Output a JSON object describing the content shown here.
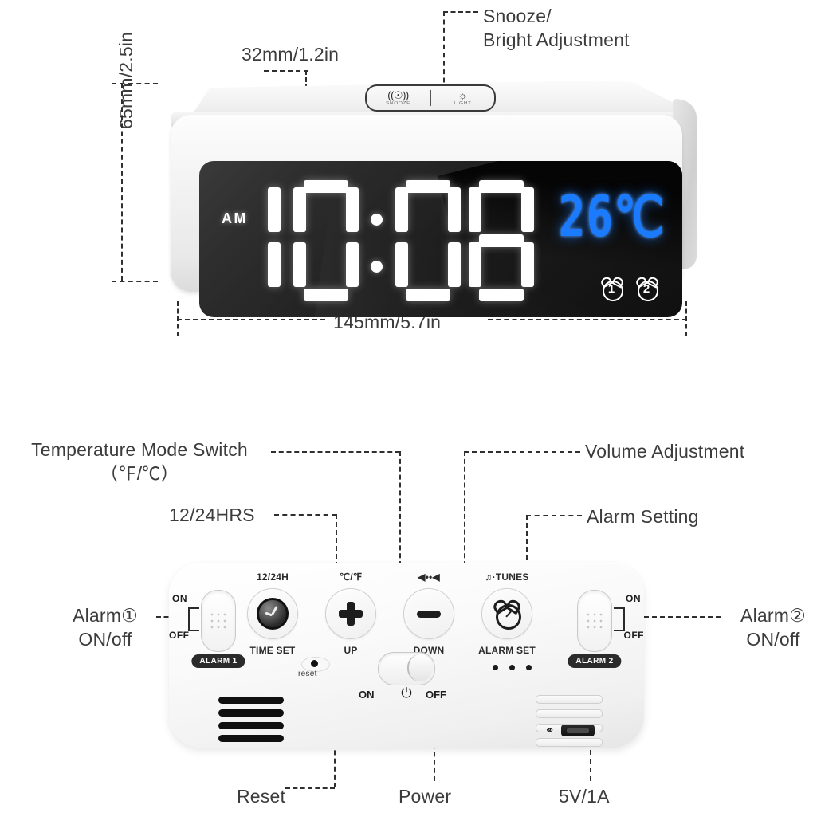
{
  "product": {
    "name": "LED Digital Alarm Clock",
    "dimensions": {
      "depth": "32mm/1.2in",
      "height": "65mm/2.5in",
      "width": "145mm/5.7in"
    },
    "display": {
      "ampm": "AM",
      "time": "10:08",
      "hour": "10",
      "minute": "08",
      "temperature": "26℃",
      "temperature_value": "26",
      "temperature_unit": "℃",
      "alarm1_indicator": "1",
      "alarm2_indicator": "2"
    },
    "top_button": {
      "snooze_label": "SNOOZE",
      "light_label": "LIGHT",
      "snooze_icon": "bell-icon",
      "light_icon": "sun-icon"
    }
  },
  "callouts": {
    "snooze_bright": "Snooze/\nBright Adjustment",
    "depth": "32mm/1.2in",
    "height": "65mm/2.5in",
    "width": "145mm/5.7in",
    "temperature_mode": "Temperature Mode Switch\n（℉/℃）",
    "hours_mode": "12/24HRS",
    "volume": "Volume Adjustment",
    "alarm_setting": "Alarm Setting",
    "alarm1": "Alarm①\nON/off",
    "alarm2": "Alarm②\nON/off",
    "reset": "Reset",
    "power": "Power",
    "usb": "5V/1A"
  },
  "back_panel": {
    "buttons": [
      {
        "top": "12/24H",
        "bottom": "TIME SET",
        "icon": "clock-icon"
      },
      {
        "top": "℃/℉",
        "bottom": "UP",
        "icon": "plus-icon"
      },
      {
        "top": "◀••◀",
        "bottom": "DOWN",
        "icon": "minus-icon"
      },
      {
        "top": "♫·TUNES",
        "bottom": "ALARM SET",
        "icon": "alarm-clock-icon"
      }
    ],
    "alarm1_switch": {
      "tag": "ALARM 1",
      "on": "ON",
      "off": "OFF"
    },
    "alarm2_switch": {
      "tag": "ALARM 2",
      "on": "ON",
      "off": "OFF"
    },
    "power_switch": {
      "on": "ON",
      "off": "OFF",
      "symbol": "⏻"
    },
    "reset_label": "reset",
    "usb_symbol": "usb-icon"
  },
  "colors": {
    "temperature_blue": "#1a7bff",
    "segment_white": "#ffffff",
    "screen_black": "#121212",
    "body_white": "#f5f5f5",
    "line_dark": "#2f2f2f"
  }
}
